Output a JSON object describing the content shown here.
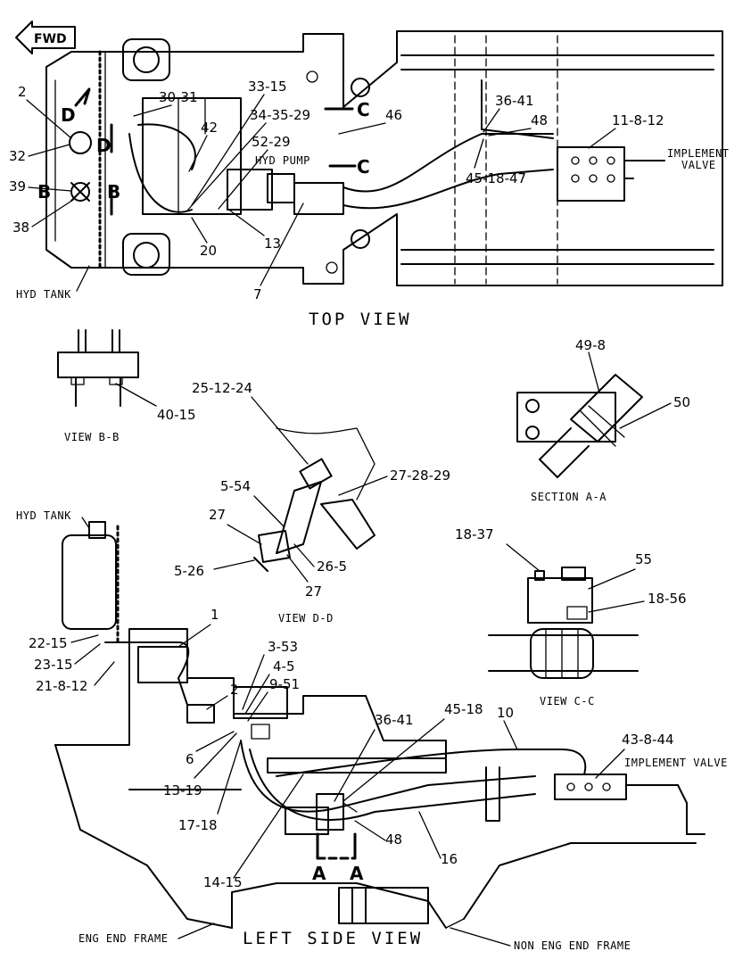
{
  "direction_marker": "FWD",
  "views": {
    "top": "TOP VIEW",
    "left_side": "LEFT SIDE VIEW",
    "bb": "VIEW B-B",
    "aa": "SECTION A-A",
    "dd": "VIEW D-D",
    "cc": "VIEW C-C"
  },
  "components": {
    "hyd_tank_top": "HYD TANK",
    "hyd_tank_side": "HYD TANK",
    "hyd_pump": "HYD PUMP",
    "impl_valve_top_1": "IMPLEMENT",
    "impl_valve_top_2": "VALVE",
    "impl_valve_side": "IMPLEMENT VALVE",
    "eng_frame": "ENG END FRAME",
    "non_eng_frame": "NON ENG END FRAME"
  },
  "section_marks": {
    "d_upper": "D",
    "d_lower": "D",
    "b_right": "B",
    "b_left": "B",
    "c_upper": "C",
    "c_lower": "C",
    "a_left": "A",
    "a_right": "A"
  },
  "callouts": {
    "top": [
      "2",
      "32",
      "39",
      "38",
      "30-31",
      "42",
      "33-15",
      "34-35-29",
      "52-29",
      "46",
      "20",
      "13",
      "7",
      "36-41",
      "48",
      "45-18-47",
      "11-8-12"
    ],
    "bb": [
      "40-15"
    ],
    "aa": [
      "49-8",
      "50"
    ],
    "dd": [
      "25-12-24",
      "27-28-29",
      "5-54",
      "27",
      "5-26",
      "26-5",
      "27"
    ],
    "cc": [
      "18-37",
      "55",
      "18-56"
    ],
    "left_side": [
      "1",
      "22-15",
      "23-15",
      "21-8-12",
      "2",
      "3-53",
      "4-5",
      "9-51",
      "6",
      "13-19",
      "17-18",
      "36-41",
      "45-18",
      "10",
      "43-8-44",
      "48",
      "16",
      "14-15"
    ]
  }
}
